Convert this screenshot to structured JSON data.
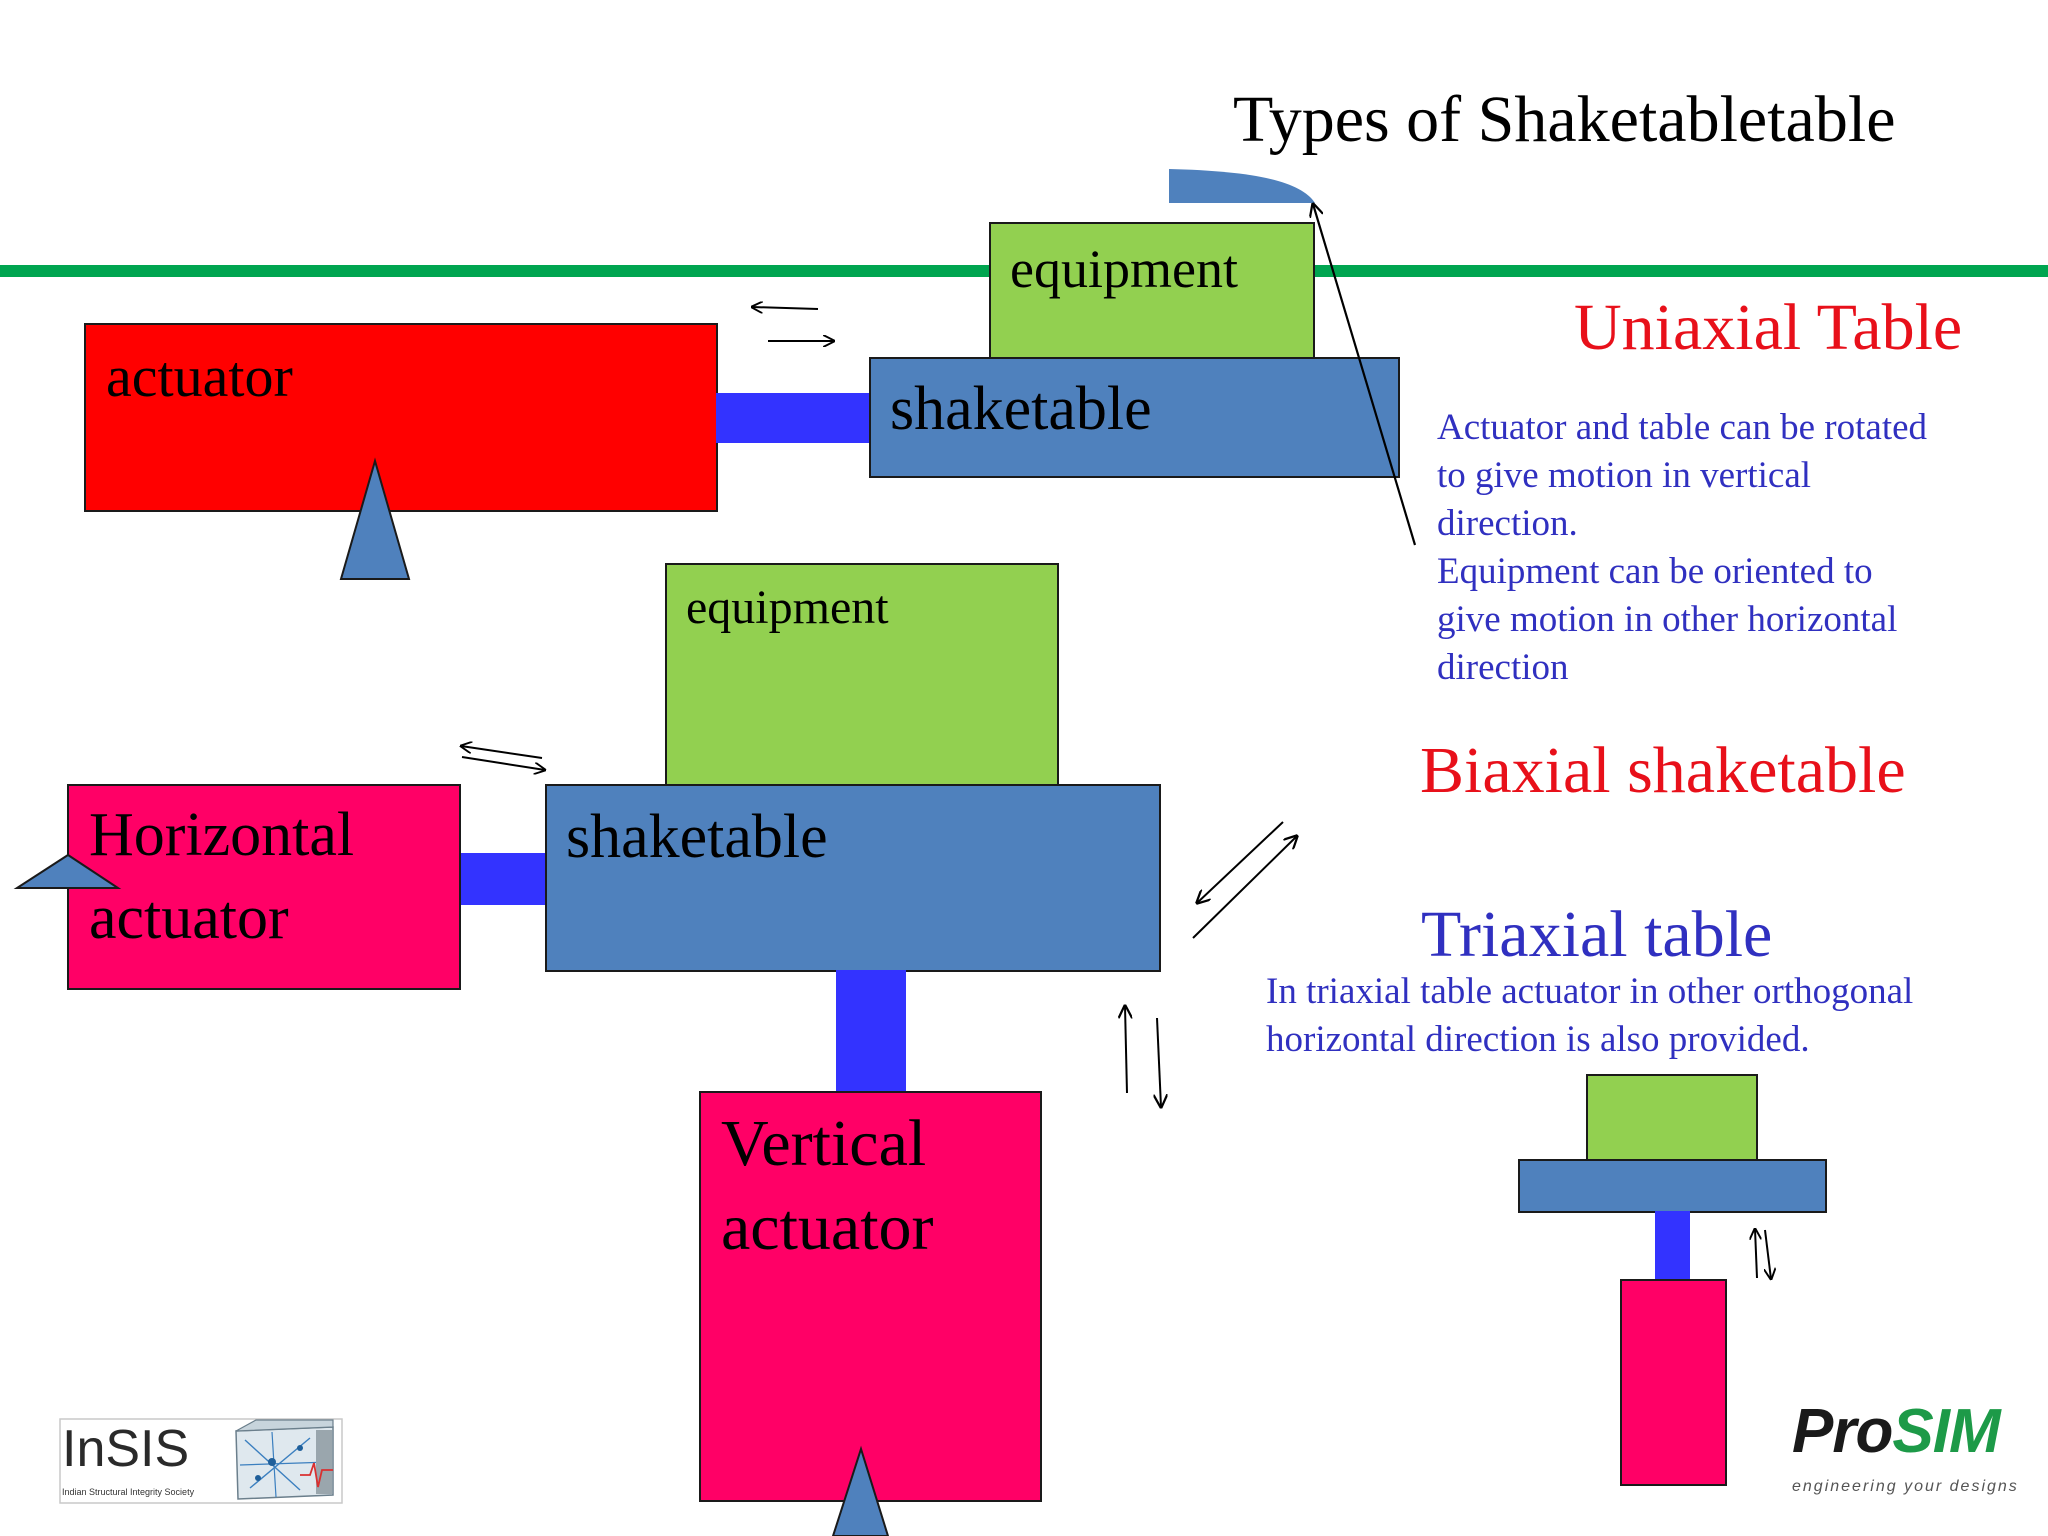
{
  "title": "Types of Shaketabletable",
  "colors": {
    "green_line": "#00a550",
    "actuator_red": "#ff0000",
    "actuator_pink": "#ff0066",
    "table_blue": "#4f81bd",
    "rod_blue": "#3333ff",
    "equipment_green": "#92d050",
    "heading_red": "#e8101a",
    "heading_blue": "#3030c0"
  },
  "uniaxial": {
    "actuator_label": "actuator",
    "table_label": "shaketable",
    "equipment_label": "equipment",
    "heading": "Uniaxial Table",
    "note_lines": [
      "Actuator and table can be rotated",
      "to give motion in vertical",
      "direction.",
      "Equipment can be oriented to",
      "give motion in other horizontal",
      "direction"
    ]
  },
  "biaxial": {
    "equipment_label": "equipment",
    "table_label": "shaketable",
    "horizontal_actuator_lines": [
      "Horizontal",
      "actuator"
    ],
    "vertical_actuator_lines": [
      "Vertical",
      "actuator"
    ],
    "heading": "Biaxial shaketable"
  },
  "triaxial": {
    "heading": "Triaxial table",
    "note_lines": [
      "In triaxial table actuator in other orthogonal",
      "horizontal direction is also provided."
    ]
  },
  "logos": {
    "insis_name": "InSIS",
    "insis_tagline": "Indian Structural Integrity Society",
    "prosim_pro": "Pro",
    "prosim_sim": "SIM",
    "prosim_tagline": "engineering your designs"
  }
}
